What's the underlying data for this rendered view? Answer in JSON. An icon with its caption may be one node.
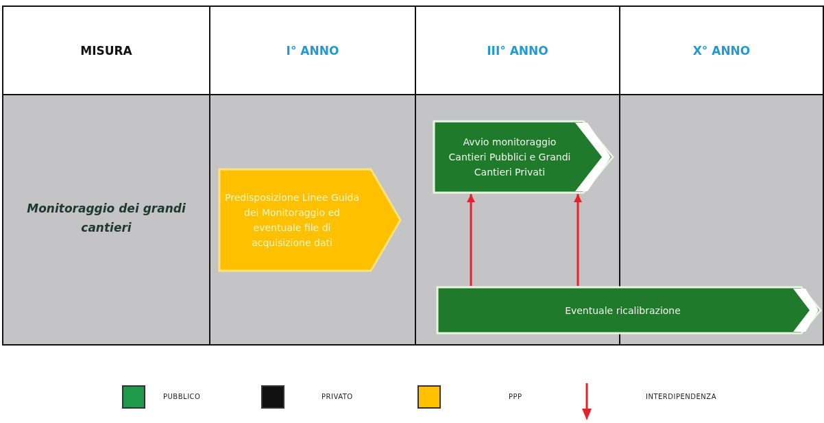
{
  "diagram": {
    "nodes": [
      {
        "text": [
          "Predisposizione Linee Guida dei Monitoraggio ed eventuale file di acquisizione dati"
        ]
      },
      {
        "text": [
          "Avvio monitoraggio Cantieri Pubblici e Grandi Cantieri Privati"
        ]
      },
      {
        "text": [
          "Eventuale ricalibrazione"
        ]
      }
    ],
    "edges": [
      {
        "from": 2,
        "to": 1,
        "arrow": "to"
      },
      {
        "from": 2,
        "to": 1,
        "arrow": "to"
      }
    ],
    "labels": [
      "MISURA",
      "I° ANNO",
      "III° ANNO",
      "X° ANNO",
      "Monitoraggio dei grandi cantieri"
    ],
    "legend": [
      {
        "text": "PUBBLICO",
        "color": "#1e9a4a"
      },
      {
        "text": "PRIVATO",
        "color": "#111111"
      },
      {
        "text": "PPP",
        "color": "#ffc000"
      },
      {
        "text": "INTERDIPENDENZA"
      }
    ]
  }
}
